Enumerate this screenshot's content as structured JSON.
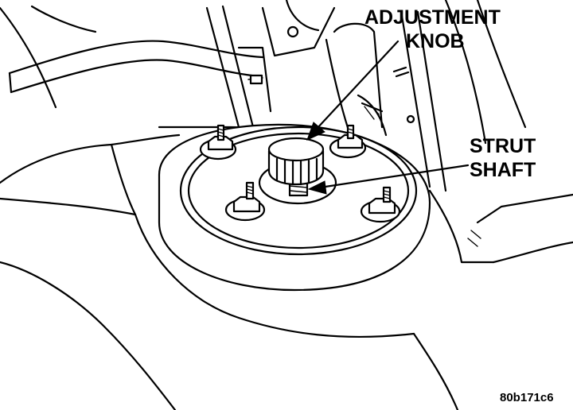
{
  "labels": {
    "adjustment_knob": [
      "ADJUSTMENT",
      "KNOB"
    ],
    "strut_shaft": [
      "STRUT",
      "SHAFT"
    ]
  },
  "figure_id": "80b171c6"
}
